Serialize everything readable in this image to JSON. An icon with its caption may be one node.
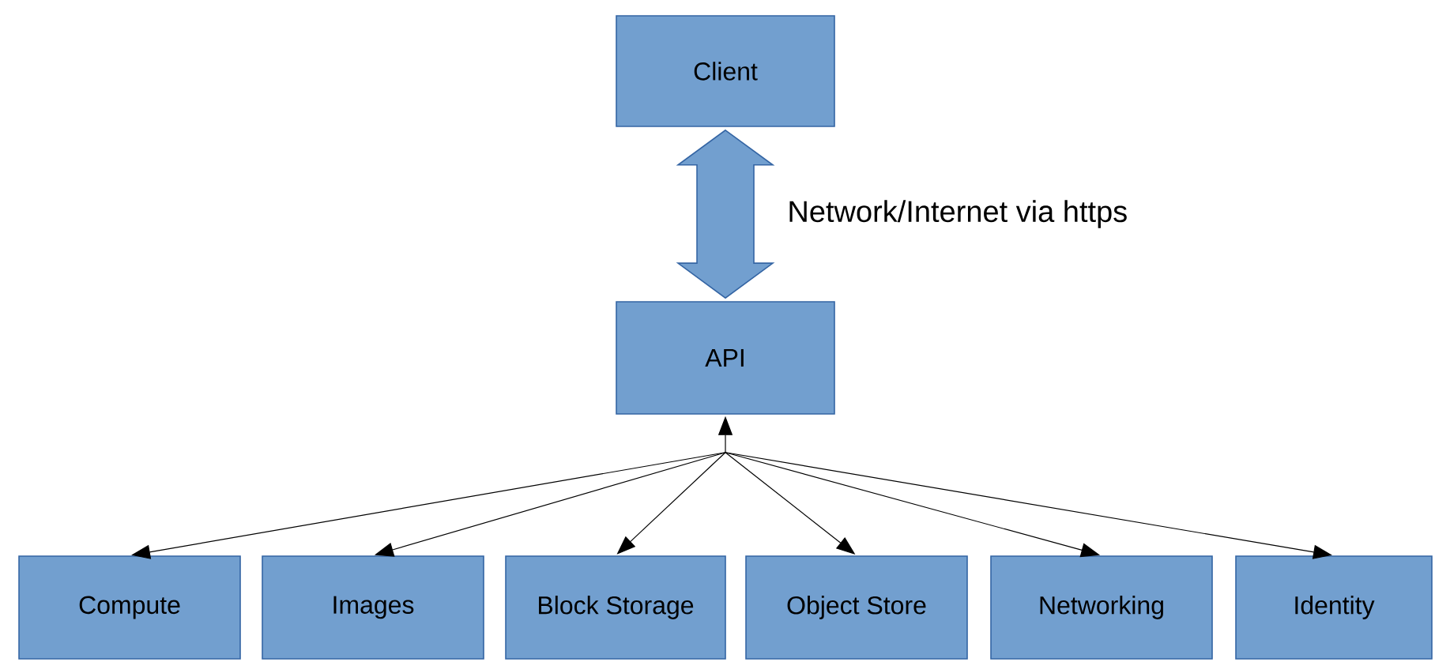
{
  "diagram": {
    "nodes": [
      {
        "text": [
          "Client"
        ]
      },
      {
        "text": [
          "API"
        ]
      },
      {
        "text": [
          "Compute"
        ]
      },
      {
        "text": [
          "Images"
        ]
      },
      {
        "text": [
          "Block Storage"
        ]
      },
      {
        "text": [
          "Object Store"
        ]
      },
      {
        "text": [
          "Networking"
        ]
      },
      {
        "text": [
          "Identity"
        ]
      }
    ],
    "edges": [
      {
        "from": 0,
        "to": 1,
        "arrow": "both",
        "style": "thick",
        "label": "Network/Internet via https"
      },
      {
        "from": 1,
        "to": 2,
        "arrow": "both"
      },
      {
        "from": 1,
        "to": 3,
        "arrow": "both"
      },
      {
        "from": 1,
        "to": 4,
        "arrow": "both"
      },
      {
        "from": 1,
        "to": 5,
        "arrow": "both"
      },
      {
        "from": 1,
        "to": 6,
        "arrow": "both"
      },
      {
        "from": 1,
        "to": 7,
        "arrow": "both"
      }
    ]
  }
}
